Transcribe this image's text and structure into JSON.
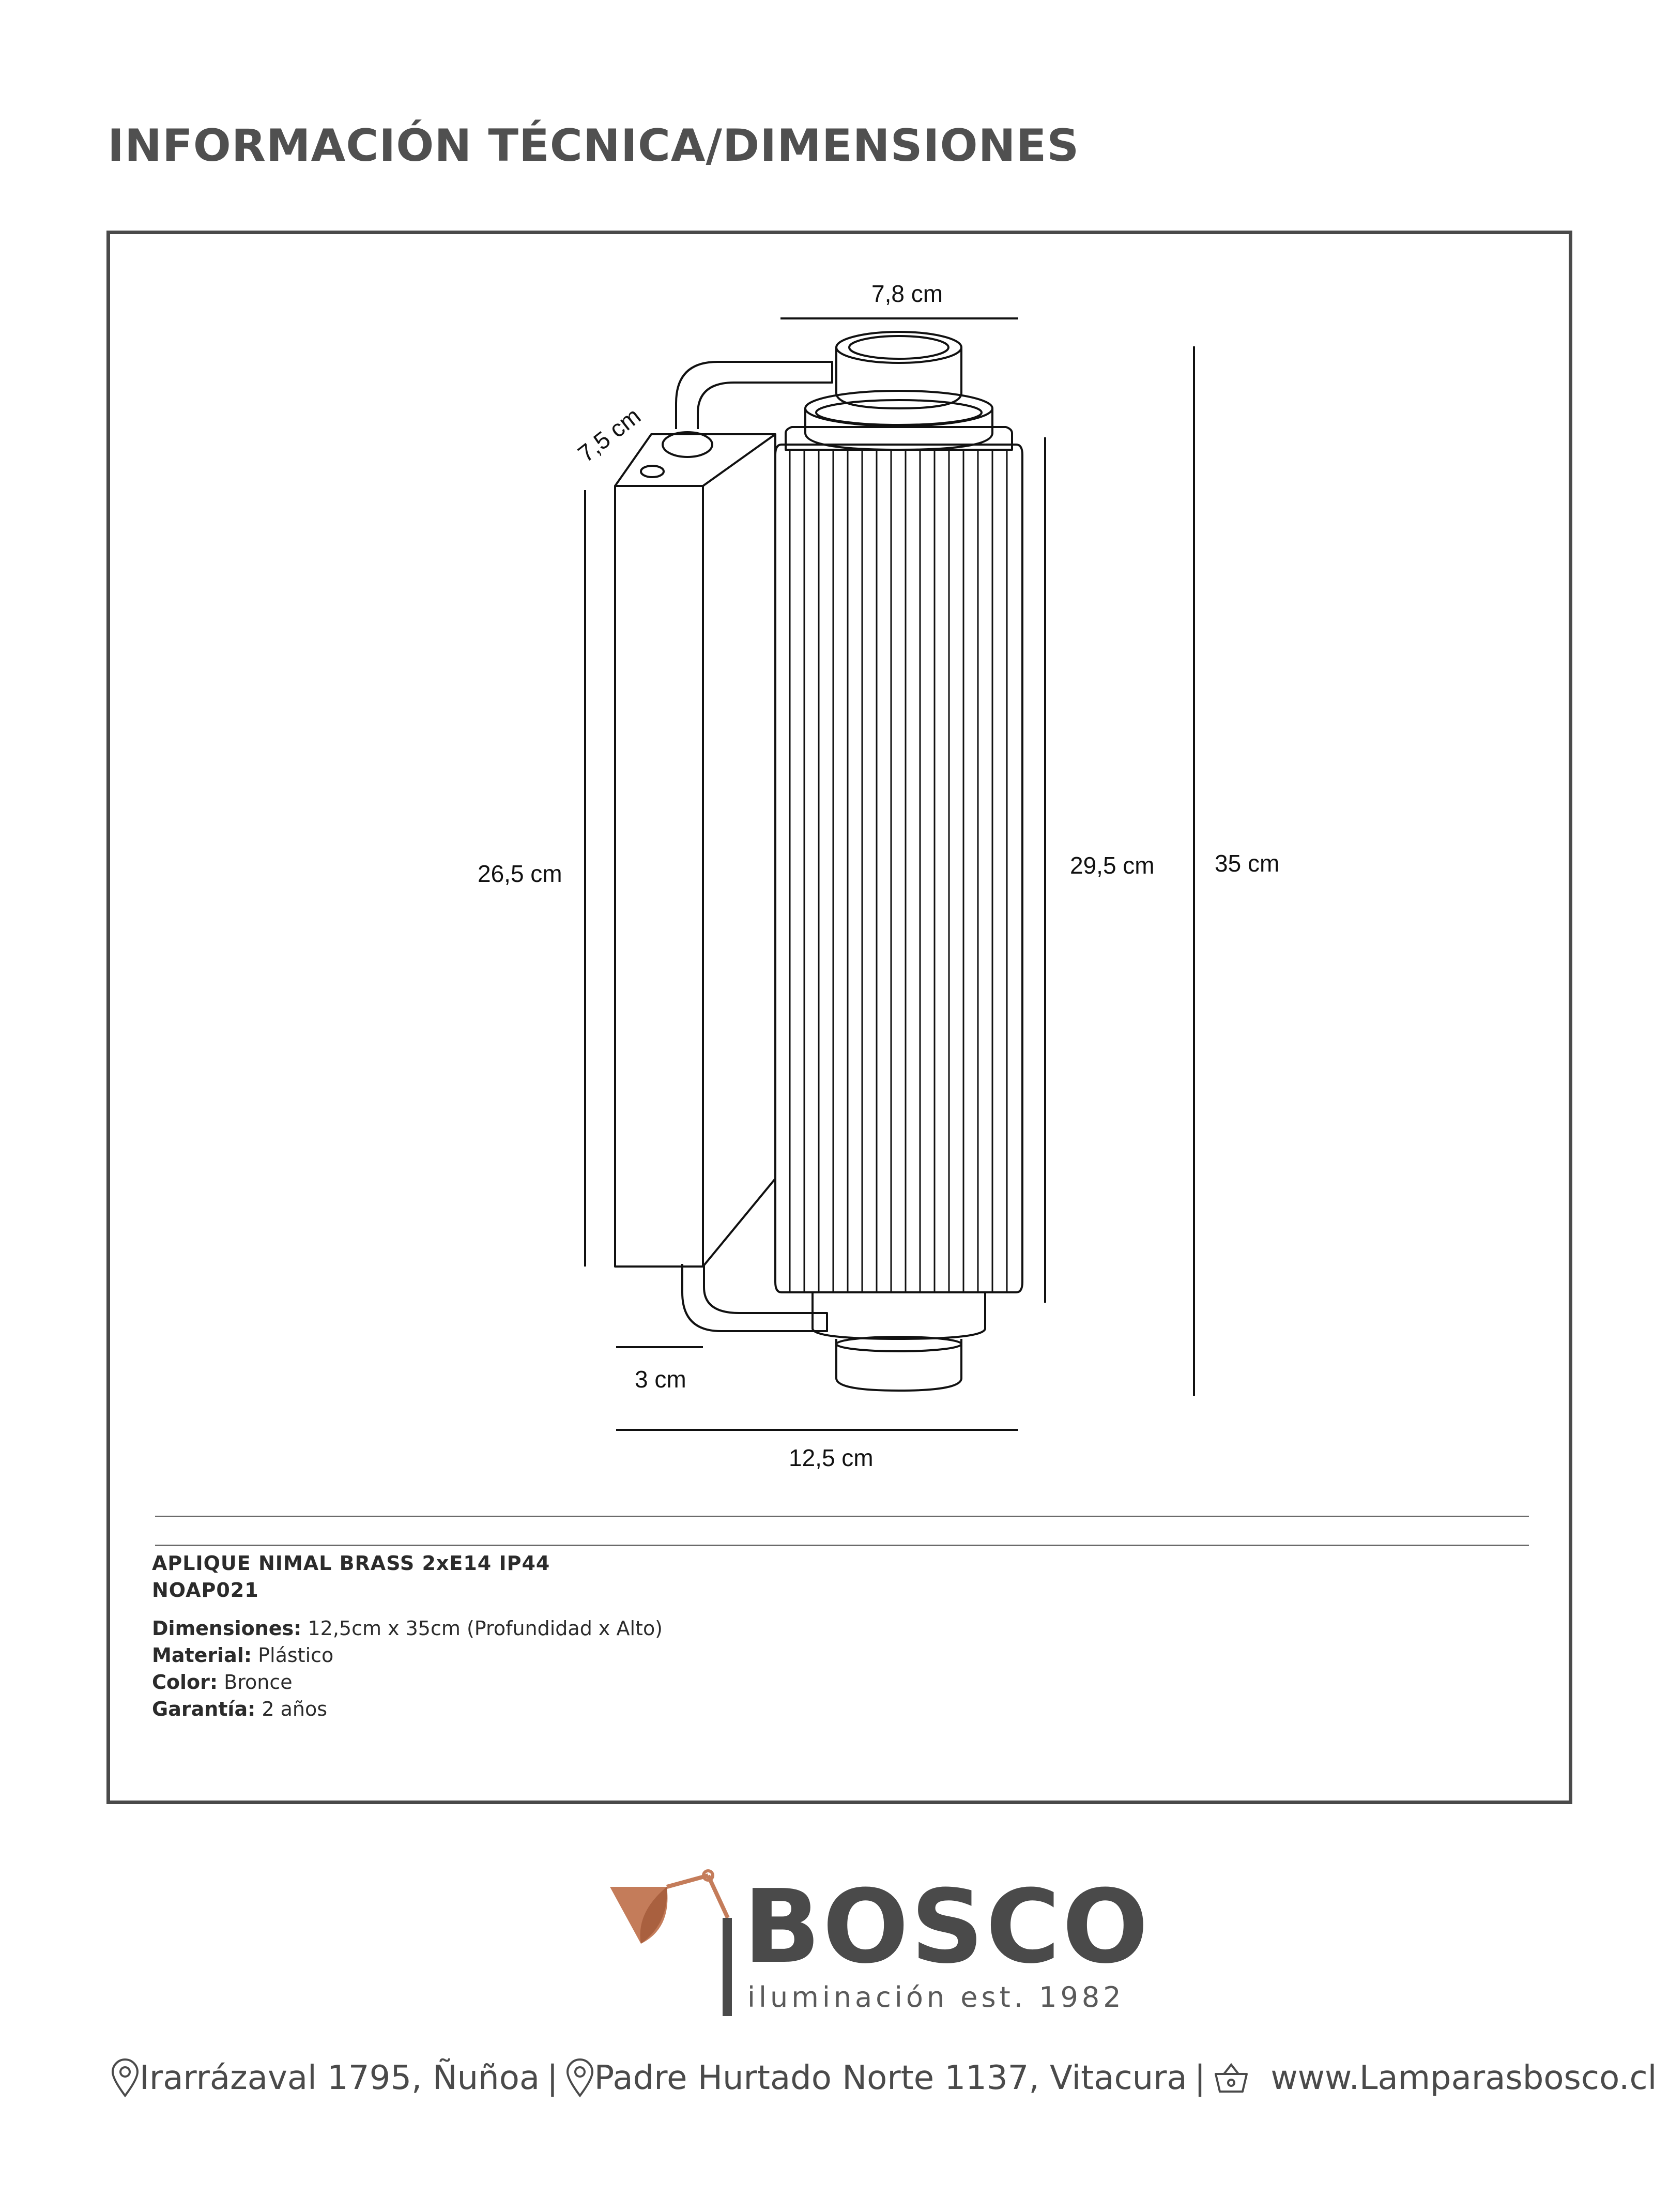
{
  "page": {
    "title": "INFORMACIÓN TÉCNICA/DIMENSIONES"
  },
  "drawing": {
    "dimensions": {
      "top_width": "7,8 cm",
      "depth_diagonal": "7,5 cm",
      "plate_height": "26,5 cm",
      "glass_height": "29,5 cm",
      "total_height": "35 cm",
      "plate_depth": "3 cm",
      "total_depth": "12,5 cm"
    },
    "line_color": "#111111"
  },
  "product": {
    "name": "APLIQUE NIMAL BRASS 2xE14 IP44",
    "code": "NOAP021",
    "specs": [
      {
        "key": "Dimensiones:",
        "value": " 12,5cm x 35cm (Profundidad x Alto)"
      },
      {
        "key": "Material:",
        "value": " Plástico"
      },
      {
        "key": "Color:",
        "value": " Bronce"
      },
      {
        "key": "Garantía:",
        "value": " 2 años"
      }
    ]
  },
  "brand": {
    "name": "BOSCO",
    "tagline": "iluminación est. 1982",
    "logo_icon": "desk-lamp-icon",
    "accent_color": "#c47c5a",
    "text_color": "#4a4a4a"
  },
  "footer": {
    "address_1": "Irarrázaval 1795, Ñuñoa",
    "address_2": "Padre Hurtado Norte 1137, Vitacura",
    "separator": "|",
    "website": "www.Lamparasbosco.cl",
    "icons": [
      "location-pin-icon",
      "location-pin-icon",
      "shopping-basket-icon"
    ]
  }
}
